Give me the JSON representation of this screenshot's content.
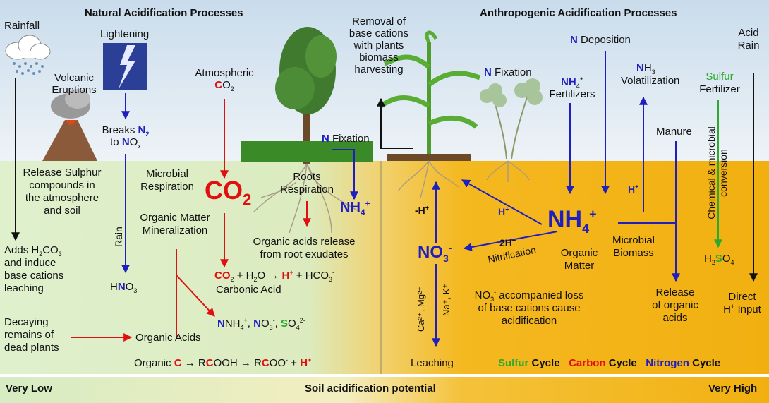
{
  "headers": {
    "natural": "Natural Acidification Processes",
    "anthropogenic": "Anthropogenic Acidification Processes"
  },
  "natural": {
    "rainfall": "Rainfall",
    "lightening": "Lightening",
    "volcanic": [
      "Volcanic",
      "Eruptions"
    ],
    "breaks": {
      "line1": "Breaks ",
      "n2": "N",
      "n2sub": "2",
      "line2": "to ",
      "nox": "N",
      "nox_o": "O",
      "nox_sub": "x"
    },
    "atmo": {
      "line1": "Atmospheric",
      "c": "C",
      "o": "O",
      "sub": "2"
    },
    "n_fix": {
      "n": "N",
      "rest": " Fixation"
    },
    "release_sulphur": [
      "Release Sulphur",
      "compounds in",
      "the atmosphere",
      "and soil"
    ],
    "microbial_resp": [
      "Microbial",
      "Respiration"
    ],
    "co2_big": {
      "c": "CO",
      "sub": "2"
    },
    "roots_resp": [
      "Roots",
      "Respiration"
    ],
    "nh4_left": {
      "nh": "NH",
      "sub": "4",
      "sup": "+"
    },
    "organic_matter_min": [
      "Organic Matter",
      "Mineralization"
    ],
    "rain": "Rain",
    "adds": {
      "l1a": "Adds H",
      "l1sub1": "2",
      "l1b": "CO",
      "l1sub2": "3",
      "l2": "and induce",
      "l3": "base cations",
      "l4": "leaching"
    },
    "organic_acids_release": [
      "Organic acids release",
      "from root exudates"
    ],
    "hno3": {
      "h": "H",
      "n": "N",
      "o": "O",
      "sub": "3"
    },
    "reaction": {
      "co": "CO",
      "sub": "2",
      "a": " + H",
      "b": "2",
      "c": "O → ",
      "h": "H",
      "hsup": "+",
      "d": " + HCO",
      "e": "3",
      "f": "-"
    },
    "carbonic": "Carbonic Acid",
    "ions": {
      "a": "NH",
      "a_sub": "4",
      "a_sup": "+",
      "b": ", ",
      "c": "N",
      "d": "O",
      "d_sub": "3",
      "d_sup": "-",
      "e": ", ",
      "f": "S",
      "g": "O",
      "g_sub": "4",
      "g_sup": "2-"
    },
    "decaying": [
      "Decaying",
      "remains of",
      "dead plants"
    ],
    "organic_acids": "Organic Acids",
    "organic_eq": {
      "a": "Organic ",
      "c": "C",
      "b": " → R",
      "c2": "C",
      "d": "OOH → R",
      "c3": "C",
      "e": "OO",
      "f": "-",
      "g": " + ",
      "h": "H",
      "hsup": "+"
    }
  },
  "anthro": {
    "removal": [
      "Removal of",
      "base cations",
      "with plants",
      "biomass",
      "harvesting"
    ],
    "n_fixation": {
      "n": "N",
      "rest": " Fixation"
    },
    "n_deposition": {
      "n": "N",
      "rest": " Deposition"
    },
    "nh4_fert": {
      "nh": "NH",
      "sub": "4",
      "sup": "+",
      "line2": "Fertilizers"
    },
    "nh3_vol": {
      "nh": "N",
      "h": "H",
      "sub": "3",
      "line2": "Volatilization"
    },
    "sulfur_fert": {
      "s": "Sulfur",
      "line2": "Fertilizer"
    },
    "acid_rain": [
      "Acid",
      "Rain"
    ],
    "manure": "Manure",
    "hplus": {
      "h": "H",
      "sup": "+"
    },
    "minus_hplus": {
      "h": "-H",
      "sup": "+"
    },
    "nh4_big": {
      "nh": "NH",
      "sub": "4",
      "sup": "+"
    },
    "no3_big": {
      "no": "NO",
      "sub": "3",
      "sup": "-"
    },
    "two_h": {
      "h": "2H",
      "sup": "+"
    },
    "nitrification": "Nitrification",
    "organic_matter": [
      "Organic",
      "Matter"
    ],
    "microbial_biomass": [
      "Microbial",
      "Biomass"
    ],
    "chem_conv": [
      "Chemical & microbial",
      "conversion"
    ],
    "h2so4": {
      "h": "H",
      "s2": "2",
      "s": "S",
      "o": "O",
      "s4": "4"
    },
    "cations_left": "Ca²⁺, Mg²⁺",
    "cations_right": "Na⁺, K⁺",
    "no3_loss": {
      "a": "NO",
      "sub": "3",
      "sup": "-",
      "b": " accompanied loss",
      "c": "of base cations cause",
      "d": "acidification"
    },
    "release_org": [
      "Release",
      "of organic",
      "acids"
    ],
    "direct": {
      "l1": "Direct",
      "h": "H",
      "sup": "+",
      "rest": " Input"
    },
    "leaching": "Leaching",
    "cycles": {
      "s": "Sulfur",
      "c": "Carbon",
      "n": "Nitrogen",
      "word": " Cycle"
    }
  },
  "bottom": {
    "low": "Very Low",
    "mid": "Soil acidification potential",
    "high": "Very High"
  },
  "colors": {
    "blue": "#1f1fbf",
    "red": "#e01010",
    "green": "#2ea82e",
    "sky": "#d9e6f2",
    "soil_left": "#d8ecc4",
    "soil_right": "#f2b21a"
  }
}
